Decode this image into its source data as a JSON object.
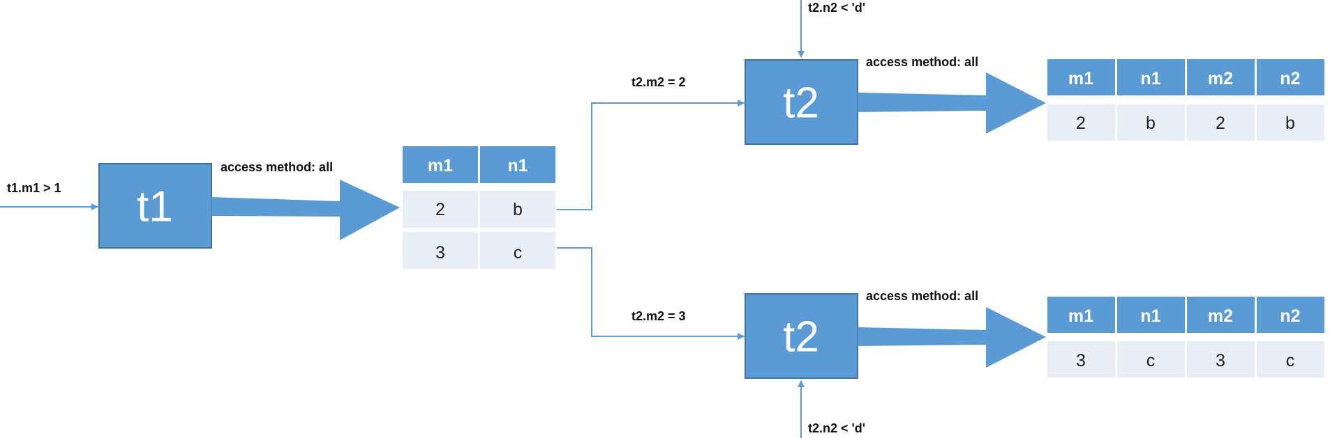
{
  "colors": {
    "box": "#5b9bd5",
    "box_border": "#41719c",
    "arrow": "#5b9bd5",
    "line": "#5b9bd5",
    "header_bg": "#5b9bd5",
    "cell_bg": "#e9edf5"
  },
  "nodes": {
    "t1": {
      "label": "t1"
    },
    "t2_upper": {
      "label": "t2"
    },
    "t2_lower": {
      "label": "t2"
    }
  },
  "labels": {
    "t1_condition": "t1.m1 > 1",
    "t1_access": "access method: all",
    "t2_upper_condition": "t2.n2 < 'd'",
    "t2_upper_access": "access method: all",
    "t2_upper_join": "t2.m2 = 2",
    "t2_lower_condition": "t2.n2 < 'd'",
    "t2_lower_access": "access method: all",
    "t2_lower_join": "t2.m2 = 3"
  },
  "tables": {
    "t1_result": {
      "columns": [
        "m1",
        "n1"
      ],
      "rows": [
        [
          "2",
          "b"
        ],
        [
          "3",
          "c"
        ]
      ]
    },
    "join_upper": {
      "columns": [
        "m1",
        "n1",
        "m2",
        "n2"
      ],
      "rows": [
        [
          "2",
          "b",
          "2",
          "b"
        ]
      ]
    },
    "join_lower": {
      "columns": [
        "m1",
        "n1",
        "m2",
        "n2"
      ],
      "rows": [
        [
          "3",
          "c",
          "3",
          "c"
        ]
      ]
    }
  }
}
